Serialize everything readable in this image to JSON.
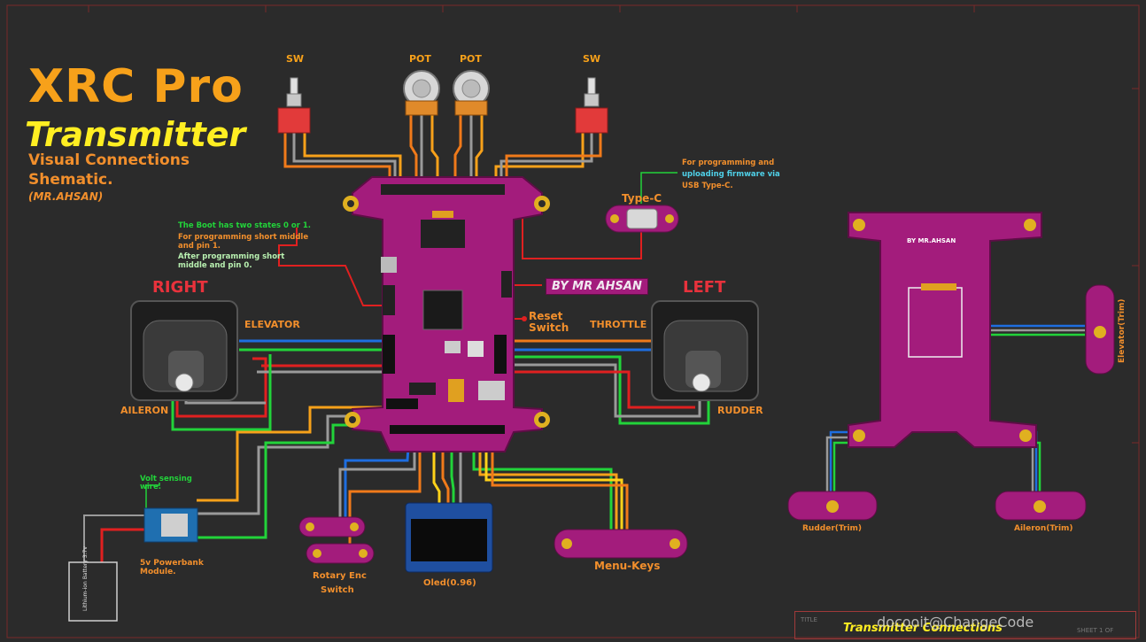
{
  "header": {
    "title": "XRC Pro",
    "subtitle": "Transmitter",
    "desc_line1": "Visual Connections",
    "desc_line2": "Shematic.",
    "author": "(MR.AHSAN)"
  },
  "labels": {
    "sw_left": "SW",
    "pot1": "POT",
    "pot2": "POT",
    "sw_right": "SW",
    "typec": "Type-C",
    "right": "RIGHT",
    "left": "LEFT",
    "elevator": "ELEVATOR",
    "aileron": "AILERON",
    "throttle": "THROTTLE",
    "rudder": "RUDDER",
    "reset_line1": "Reset",
    "reset_line2": "Switch",
    "by_banner": "BY MR AHSAN",
    "volt_line1": "Volt sensing",
    "volt_line2": "wire.",
    "powerbank_line1": "5v Powerbank",
    "powerbank_line2": "Module.",
    "rotary_line1": "Rotary Enc",
    "rotary_line2": "Switch",
    "oled": "Oled(0.96)",
    "menu_keys": "Menu-Keys",
    "rudder_trim": "Rudder(Trim)",
    "aileron_trim": "Aileron(Trim)",
    "elevator_trim": "Elevator(Trim)",
    "board_brand": "BY MR.AHSAN",
    "battery": "Lithium-ion Battery 3.7v"
  },
  "notes": {
    "typec_line1": "For programming and",
    "typec_line2": "uploading firmware via",
    "typec_line3": "USB Type-C.",
    "boot_line1": "The Boot has two states 0 or 1.",
    "boot_line2": "For programming short middle",
    "boot_line3": "and pin 1.",
    "boot_line4": "After programming short",
    "boot_line5": "middle and pin 0."
  },
  "footer": {
    "title_block": "Transmitter Connections",
    "watermark": "docooit@ChangeCode",
    "tb_left": "TITLE",
    "tb_right": "SHEET 1 OF"
  },
  "colors": {
    "background": "#2b2b2b",
    "pcb": "#a31c7c",
    "accent_orange": "#f7a11a",
    "accent_yellow": "#ffee22",
    "wire_red": "#e02020",
    "wire_orange": "#f07a1a",
    "wire_green": "#22d33a",
    "wire_blue": "#1e6ee0",
    "wire_grey": "#9a9a9a",
    "wire_yellow": "#ffd21a"
  }
}
